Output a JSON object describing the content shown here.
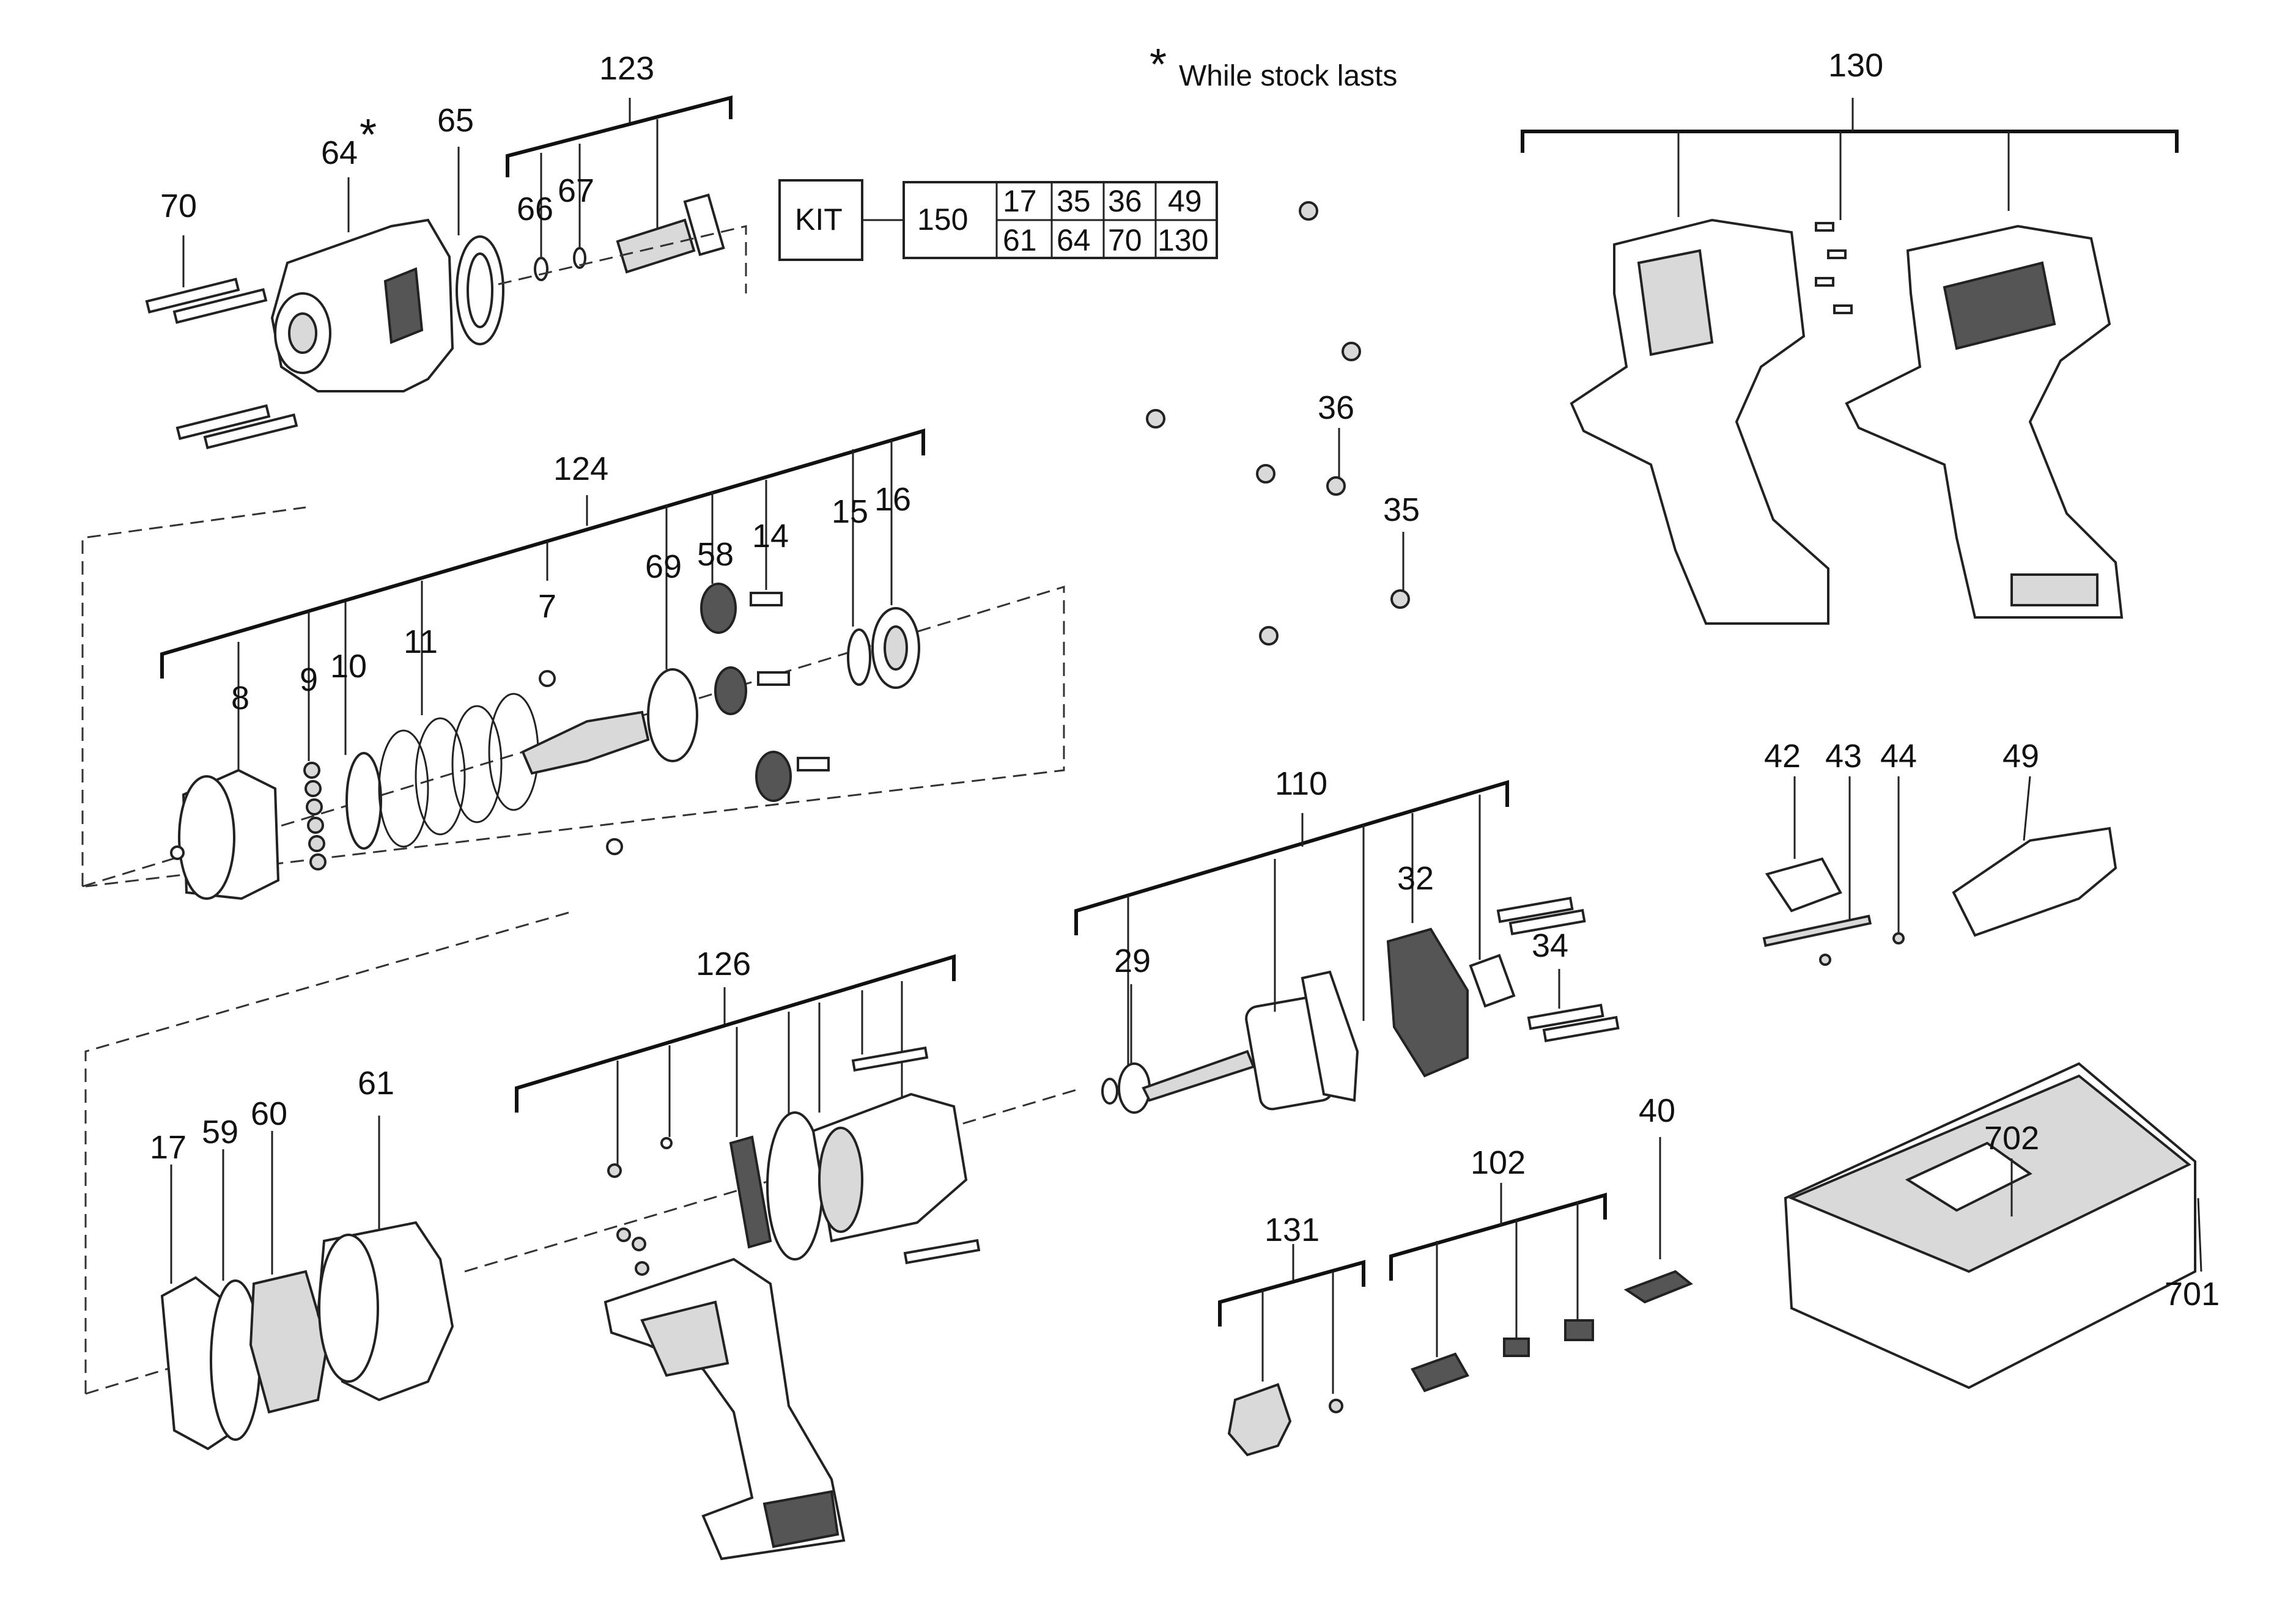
{
  "note": {
    "star": "*",
    "text": "While stock lasts"
  },
  "kit": {
    "label": "KIT",
    "number": "150",
    "parts_row1": [
      "17",
      "35",
      "36",
      "49"
    ],
    "parts_row2": [
      "61",
      "64",
      "70",
      "130"
    ]
  },
  "labels": {
    "p123": "123",
    "p130": "130",
    "p64": "64",
    "p64_star": "*",
    "p65": "65",
    "p70": "70",
    "p66": "66",
    "p67": "67",
    "p124": "124",
    "p8": "8",
    "p9": "9",
    "p10": "10",
    "p11": "11",
    "p7": "7",
    "p69": "69",
    "p58": "58",
    "p14": "14",
    "p15": "15",
    "p16": "16",
    "p36": "36",
    "p35": "35",
    "p42": "42",
    "p43": "43",
    "p44": "44",
    "p49": "49",
    "p110": "110",
    "p29": "29",
    "p32": "32",
    "p34": "34",
    "p126": "126",
    "p61": "61",
    "p17": "17",
    "p59": "59",
    "p60": "60",
    "p131": "131",
    "p102": "102",
    "p40": "40",
    "p702": "702",
    "p701": "701"
  },
  "colors": {
    "line": "#222222",
    "fill": "#ffffff",
    "shade": "#d9d9d9",
    "dark": "#555555"
  }
}
